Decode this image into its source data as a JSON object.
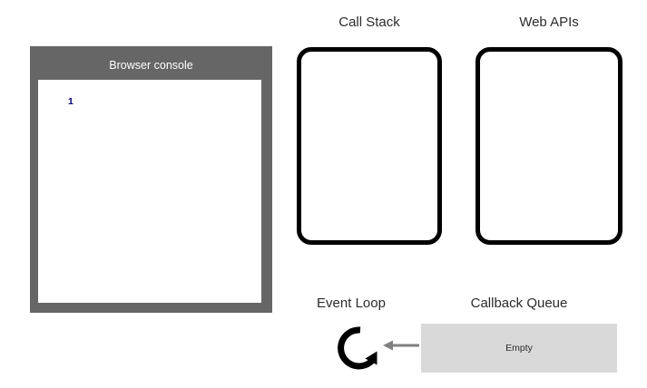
{
  "console": {
    "title": "Browser console",
    "output_lines": [
      "1"
    ],
    "text_color": "#000080",
    "panel_color": "#666666",
    "screen_color": "#ffffff"
  },
  "panels": {
    "call_stack": {
      "label": "Call Stack",
      "frames": [],
      "border_color": "#000000"
    },
    "web_apis": {
      "label": "Web APIs",
      "items": [],
      "border_color": "#000000"
    },
    "event_loop": {
      "label": "Event Loop",
      "icon": "loop-arrow-icon",
      "icon_color": "#000000"
    },
    "callback_queue": {
      "label": "Callback Queue",
      "status": "Empty",
      "background_color": "#d9d9d9"
    }
  },
  "arrow": {
    "name": "queue-to-loop-arrow",
    "direction": "left",
    "color": "#808080"
  }
}
